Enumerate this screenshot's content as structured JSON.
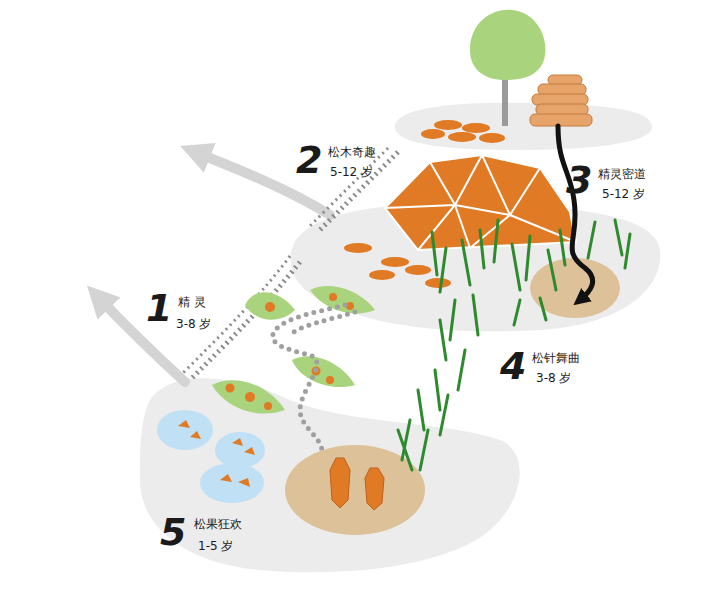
{
  "diagram": {
    "labels": [
      "2",
      "松木奇趣",
      "5-12 岁",
      "3",
      "精灵密道",
      "5-12 岁",
      "1",
      "精 灵",
      "3-8 岁",
      "4",
      "松针舞曲",
      "3-8 岁",
      "5",
      "松果狂欢",
      "1-5 岁"
    ]
  }
}
